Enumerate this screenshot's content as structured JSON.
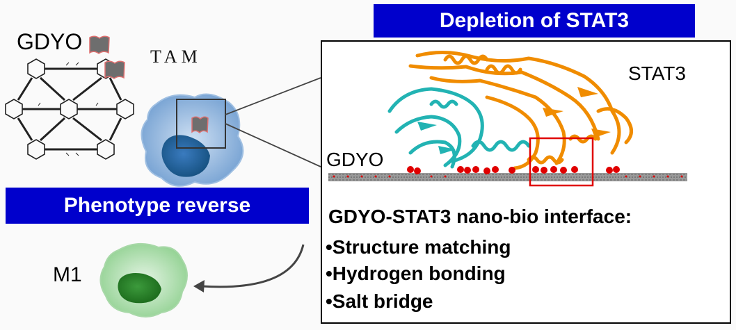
{
  "header": {
    "title": "Depletion of STAT3"
  },
  "left": {
    "gdyo_label": "GDYO",
    "tam_label": "TAM",
    "phenotype_banner": "Phenotype reverse",
    "m1_label": "M1"
  },
  "panel": {
    "stat3_label": "STAT3",
    "gdyo_sheet_label": "GDYO",
    "interface_title": "GDYO-STAT3 nano-bio interface:",
    "bullets": [
      "•Structure matching",
      "•Hydrogen bonding",
      "•Salt bridge"
    ]
  },
  "colors": {
    "banner": "#0000cc",
    "protein_orange": "#f08c00",
    "protein_cyan": "#22b3b3",
    "cell_blue": "#7aa7d8",
    "cell_green": "#8ccf8c",
    "highlight_red": "#e00000"
  }
}
